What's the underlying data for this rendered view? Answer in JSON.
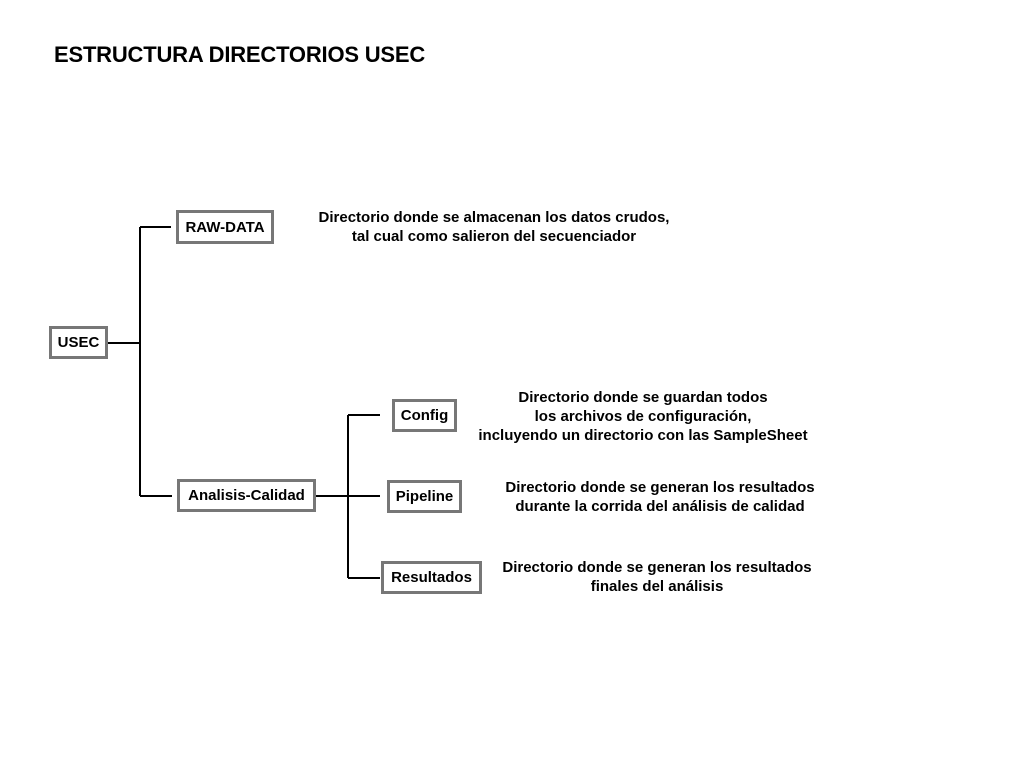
{
  "title": "ESTRUCTURA DIRECTORIOS USEC",
  "nodes": {
    "usec": "USEC",
    "raw_data": "RAW-DATA",
    "analisis_calidad": "Analisis-Calidad",
    "config": "Config",
    "pipeline": "Pipeline",
    "resultados": "Resultados"
  },
  "descriptions": {
    "raw_data": [
      "Directorio donde se almacenan los datos crudos,",
      "tal cual como salieron del secuenciador"
    ],
    "config": [
      "Directorio donde se guardan todos",
      "los archivos de configuración,",
      "incluyendo un directorio con las SampleSheet"
    ],
    "pipeline": [
      "Directorio donde se generan los resultados",
      "durante la corrida del análisis de calidad"
    ],
    "resultados": [
      "Directorio donde se generan los resultados",
      "finales del análisis"
    ]
  },
  "colors": {
    "box_border": "#777777",
    "line": "#000000",
    "text": "#000000"
  }
}
